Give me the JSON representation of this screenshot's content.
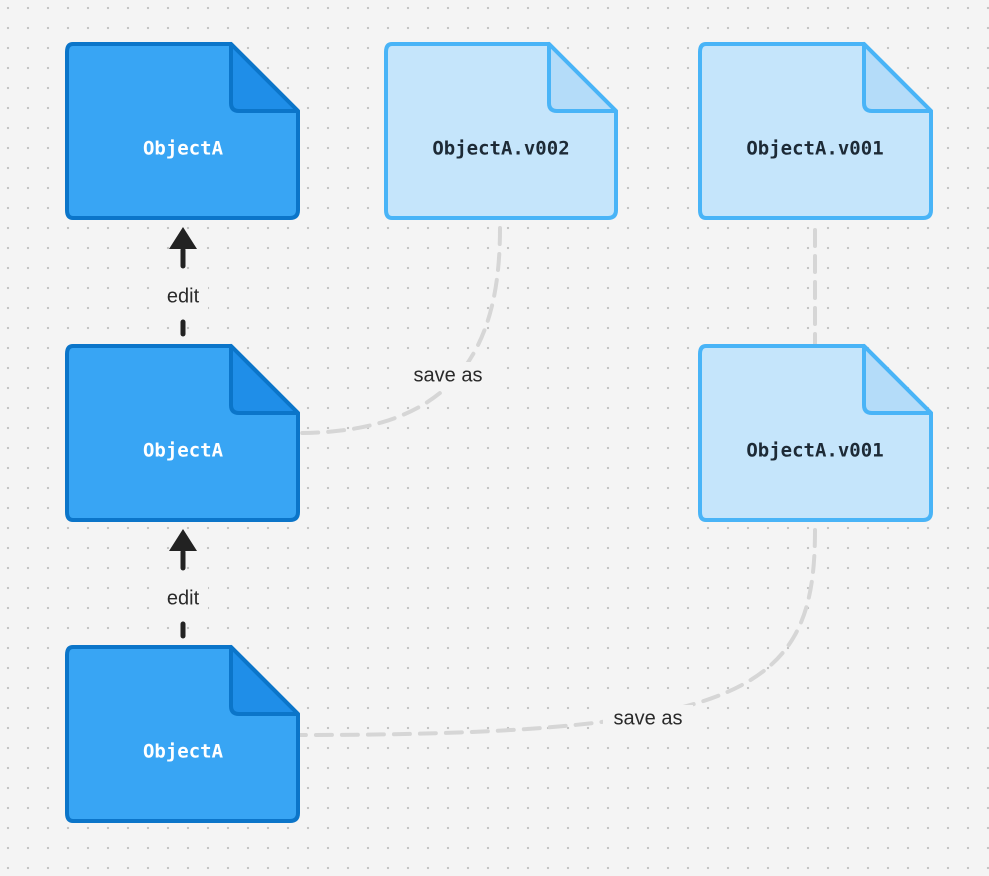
{
  "colors": {
    "primary_fill": "#38a5f4",
    "primary_stroke": "#0b75c9",
    "primary_fold": "#1f8ee8",
    "version_fill": "#c5e5fb",
    "version_stroke": "#49b4f7",
    "version_fold": "#b4dcf9",
    "connector_dashed": "#d6d6d6",
    "arrow": "#222222"
  },
  "nodes": {
    "object_a_top": {
      "label": "ObjectA",
      "icon": "document-icon"
    },
    "object_a_mid": {
      "label": "ObjectA",
      "icon": "document-icon"
    },
    "object_a_bottom": {
      "label": "ObjectA",
      "icon": "document-icon"
    },
    "object_a_v002": {
      "label": "ObjectA.v002",
      "icon": "document-icon"
    },
    "object_a_v001_top": {
      "label": "ObjectA.v001",
      "icon": "document-icon"
    },
    "object_a_v001_mid": {
      "label": "ObjectA.v001",
      "icon": "document-icon"
    }
  },
  "edges": {
    "edit_upper": {
      "label": "edit"
    },
    "edit_lower": {
      "label": "edit"
    },
    "save_as_upper": {
      "label": "save as"
    },
    "save_as_lower": {
      "label": "save as"
    }
  }
}
